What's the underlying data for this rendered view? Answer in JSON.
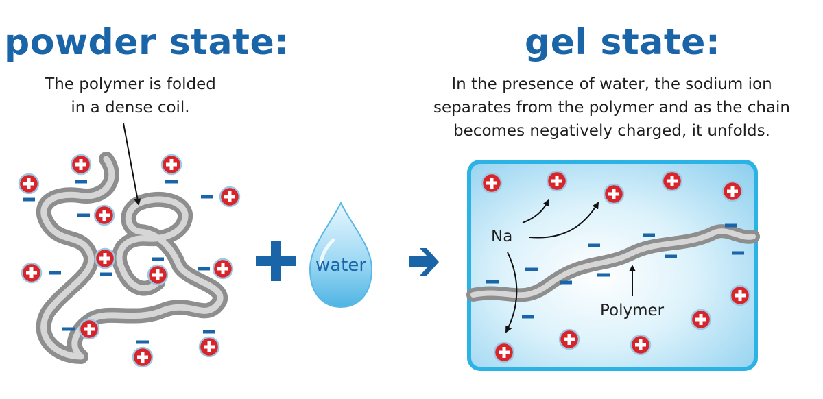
{
  "powder": {
    "title": "powder state:",
    "description_lines": [
      "The polymer is folded",
      "in a dense coil."
    ]
  },
  "gel": {
    "title": "gel state:",
    "description_lines": [
      "In the presence of water, the sodium ion",
      "separates from the polymer and as the chain",
      "becomes negatively charged, it unfolds."
    ],
    "na_label": "Na",
    "polymer_label": "Polymer"
  },
  "water_drop": {
    "label": "water"
  },
  "ion_symbols": {
    "positive": "+",
    "negative": "−"
  },
  "colors": {
    "heading_blue": "#1a64a8",
    "positive_ion_red": "#d8252b",
    "negative_ion_blue": "#1a64a8",
    "gel_border": "#2bb3e6",
    "polymer_gray": "#a6a6a6"
  }
}
